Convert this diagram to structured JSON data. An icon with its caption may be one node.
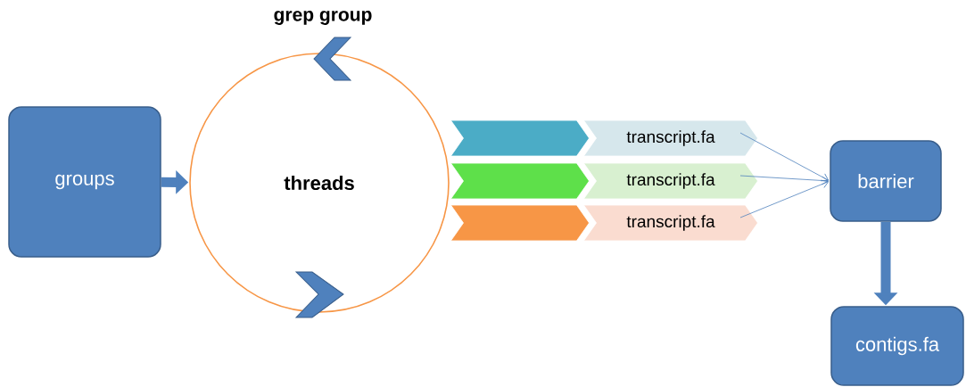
{
  "diagram": {
    "nodes": [
      {
        "text": [
          "groups"
        ]
      },
      {
        "text": [
          "threads"
        ]
      },
      {
        "text": [],
        "shape": "chevron"
      },
      {
        "text": [],
        "shape": "chevron"
      },
      {
        "text": [],
        "shape": "chevron"
      },
      {
        "text": [
          "transcript.fa"
        ]
      },
      {
        "text": [
          "transcript.fa"
        ]
      },
      {
        "text": [
          "transcript.fa"
        ]
      },
      {
        "text": [
          "barrier"
        ]
      },
      {
        "text": [
          "contigs.fa"
        ]
      }
    ],
    "edges": [
      {
        "from": 0,
        "to": 1,
        "arrow": "to",
        "style": "thick"
      },
      {
        "from": 5,
        "to": 8,
        "arrow": "to"
      },
      {
        "from": 6,
        "to": 8,
        "arrow": "to"
      },
      {
        "from": 7,
        "to": 8,
        "arrow": "to"
      },
      {
        "from": 8,
        "to": 9,
        "arrow": "to",
        "style": "thick"
      }
    ],
    "labels": [
      "grep group"
    ]
  }
}
